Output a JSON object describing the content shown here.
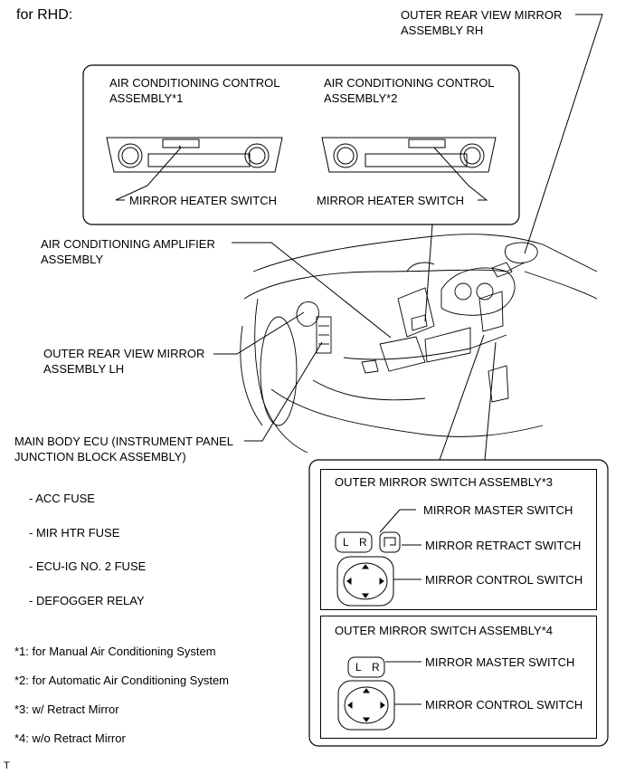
{
  "header": {
    "title": "for RHD:"
  },
  "labels": {
    "outer_mirror_rh_l1": "OUTER REAR VIEW MIRROR",
    "outer_mirror_rh_l2": "ASSEMBLY RH",
    "ac_control_1_l1": "AIR CONDITIONING CONTROL",
    "ac_control_1_l2": "ASSEMBLY*1",
    "ac_control_2_l1": "AIR CONDITIONING CONTROL",
    "ac_control_2_l2": "ASSEMBLY*2",
    "mirror_heater_switch_1": "MIRROR HEATER SWITCH",
    "mirror_heater_switch_2": "MIRROR HEATER SWITCH",
    "ac_amplifier_l1": "AIR CONDITIONING AMPLIFIER",
    "ac_amplifier_l2": "ASSEMBLY",
    "outer_mirror_lh_l1": "OUTER REAR VIEW MIRROR",
    "outer_mirror_lh_l2": "ASSEMBLY LH",
    "main_body_ecu_l1": "MAIN BODY ECU (INSTRUMENT PANEL",
    "main_body_ecu_l2": "JUNCTION BLOCK ASSEMBLY)"
  },
  "fuse_list": [
    "- ACC FUSE",
    "- MIR HTR FUSE",
    "- ECU-IG NO. 2 FUSE",
    "- DEFOGGER RELAY"
  ],
  "footnotes": [
    "*1: for Manual Air Conditioning System",
    "*2: for Automatic Air Conditioning System",
    "*3: w/ Retract Mirror",
    "*4: w/o Retract Mirror"
  ],
  "switch_box_3": {
    "title": "OUTER MIRROR SWITCH ASSEMBLY*3",
    "master": "MIRROR MASTER SWITCH",
    "retract": "MIRROR RETRACT SWITCH",
    "control": "MIRROR CONTROL SWITCH",
    "l_key": "L",
    "r_key": "R"
  },
  "switch_box_4": {
    "title": "OUTER MIRROR SWITCH ASSEMBLY*4",
    "master": "MIRROR MASTER SWITCH",
    "control": "MIRROR CONTROL SWITCH",
    "l_key": "L",
    "r_key": "R"
  },
  "corner_mark": "T",
  "colors": {
    "line": "#000000",
    "background": "#ffffff"
  }
}
